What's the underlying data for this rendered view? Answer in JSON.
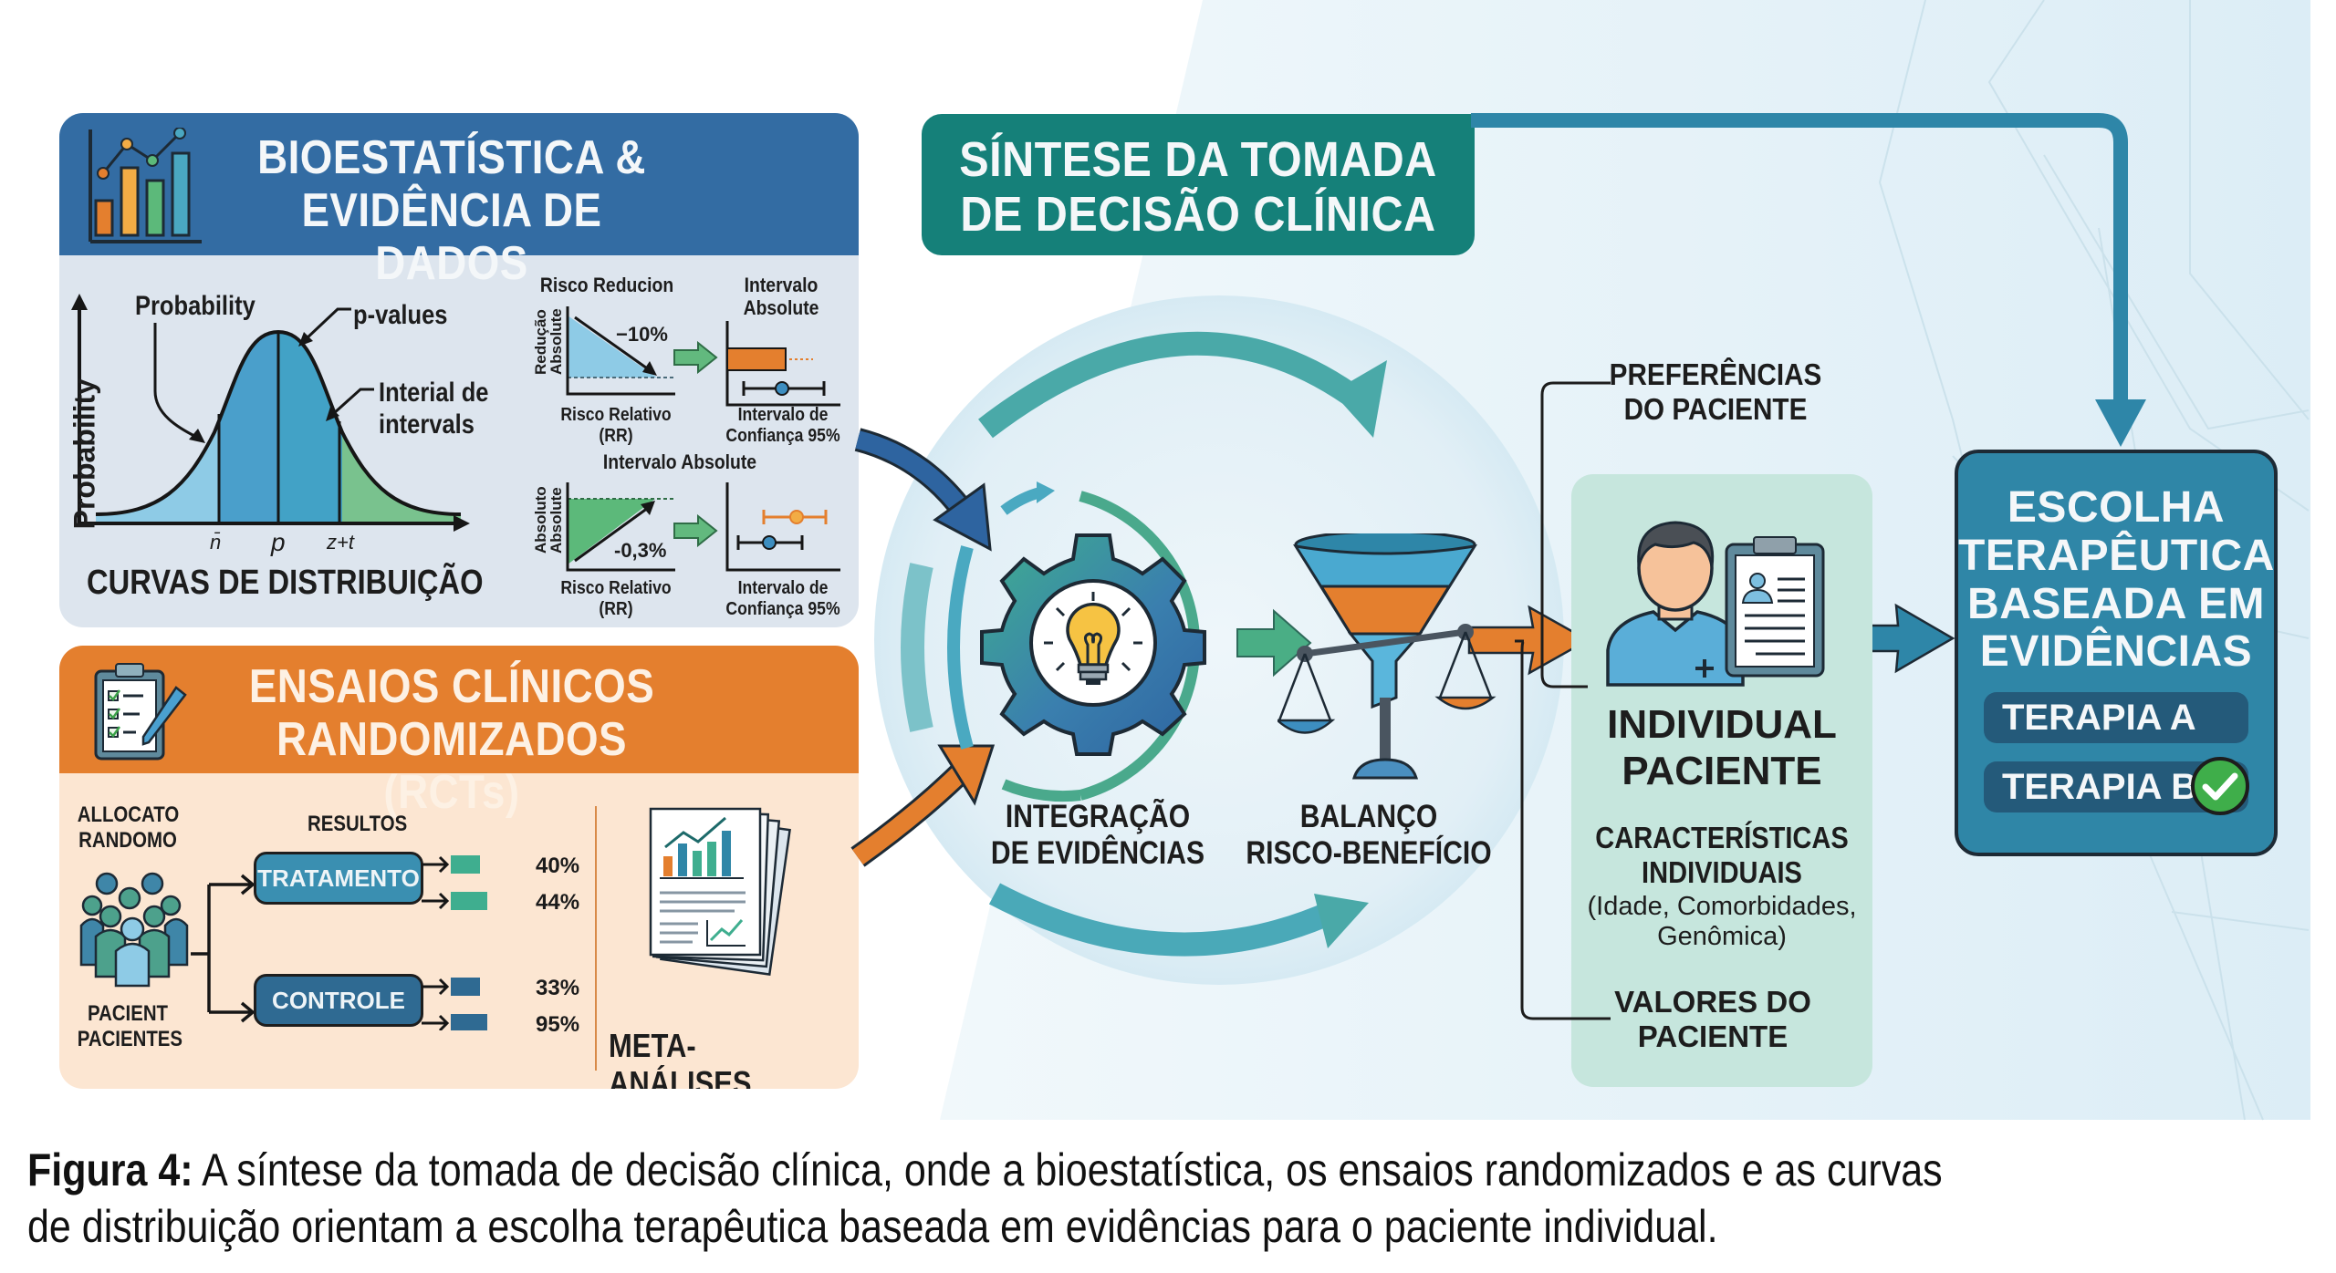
{
  "colors": {
    "blue": "#336ca3",
    "blue_body": "#dfe6ef",
    "orange": "#e47f2e",
    "orange_body": "#fce6d2",
    "teal": "#158079",
    "teal_arrow": "#2e86a8",
    "green": "#4cae6e",
    "choice_box": "#2f86a7",
    "choice_row": "#245a7a",
    "patient_box": "#c6e6dd",
    "check": "#3fae4a"
  },
  "bio_panel": {
    "title_line1": "BIOESTATÍSTICA &",
    "title_line2": "EVIDÊNCIA DE DADOS",
    "icon": "bar-chart-icon",
    "distribution": {
      "y_axis_label": "Probability",
      "annotation_probability": "Probability",
      "annotation_pvalues": "p-values",
      "annotation_intervals_line1": "Interial de",
      "annotation_intervals_line2": "intervals",
      "ticks": [
        "n̄",
        "p",
        "z+t"
      ],
      "title": "CURVAS DE DISTRIBUIÇÃO"
    },
    "mini_top": {
      "title": "Risco Reducion",
      "y_label_line1": "Redução",
      "y_label_line2": "Absolute",
      "value": "−10%",
      "x_label_line1": "Risco Relativo",
      "x_label_line2": "(RR)"
    },
    "mini_top_ci": {
      "title_line1": "Intervalo",
      "title_line2": "Absolute",
      "x_label_line1": "Intervalo de",
      "x_label_line2": "Confiança 95%"
    },
    "mini_bottom_title": "Intervalo Absolute",
    "mini_bottom": {
      "y_label_line1": "Absoluto",
      "y_label_line2": "Absolute",
      "value": "-0,3%",
      "x_label_line1": "Risco Relativo",
      "x_label_line2": "(RR)"
    },
    "mini_bottom_ci": {
      "x_label_line1": "Intervalo de",
      "x_label_line2": "Confiança 95%"
    }
  },
  "rct_panel": {
    "title_line1": "ENSAIOS CLÍNICOS",
    "title_line2": "RANDOMIZADOS (RCTs)",
    "icon": "clipboard-checklist-icon",
    "allocation_line1": "ALLOCATO",
    "allocation_line2": "RANDOMO",
    "patients_line1": "PACIENT",
    "patients_line2": "PACIENTES",
    "results_label": "RESULTOS",
    "treatment_label": "TRATAMENTO",
    "control_label": "CONTROLE",
    "treatment_results": [
      "40%",
      "44%"
    ],
    "control_results": [
      "33%",
      "95%"
    ],
    "meta_label": "META-ANÁLISES"
  },
  "synthesis": {
    "title_line1": "SÍNTESE DA TOMADA",
    "title_line2": "DE DECISÃO CLÍNICA",
    "integration_line1": "INTEGRAÇÃO",
    "integration_line2": "DE EVIDÊNCIAS",
    "balance_line1": "BALANÇO",
    "balance_line2": "RISCO-BENEFÍCIO"
  },
  "patient": {
    "preferences_line1": "PREFERÊNCIAS",
    "preferences_line2": "DO PACIENTE",
    "title_line1": "INDIVIDUAL",
    "title_line2": "PACIENTE",
    "characteristics_line1": "CARACTERÍSTICAS",
    "characteristics_line2": "INDIVIDUAIS",
    "characteristics_detail_line1": "(Idade, Comorbidades,",
    "characteristics_detail_line2": "Genômica)",
    "values_line1": "VALORES DO",
    "values_line2": "PACIENTE"
  },
  "choice": {
    "title_line1": "ESCOLHA",
    "title_line2": "TERAPÊUTICA",
    "title_line3": "BASEADA EM",
    "title_line4": "EVIDÊNCIAS",
    "options": [
      {
        "label": "TERAPIA A",
        "selected": false
      },
      {
        "label": "TERAPIA B",
        "selected": true
      }
    ]
  },
  "caption": {
    "label": "Figura 4:",
    "line1": " A síntese da tomada de decisão clínica, onde a bioestatística, os ensaios randomizados e as curvas",
    "line2": "de distribuição orientam a escolha terapêutica baseada em evidências para o paciente individual."
  }
}
